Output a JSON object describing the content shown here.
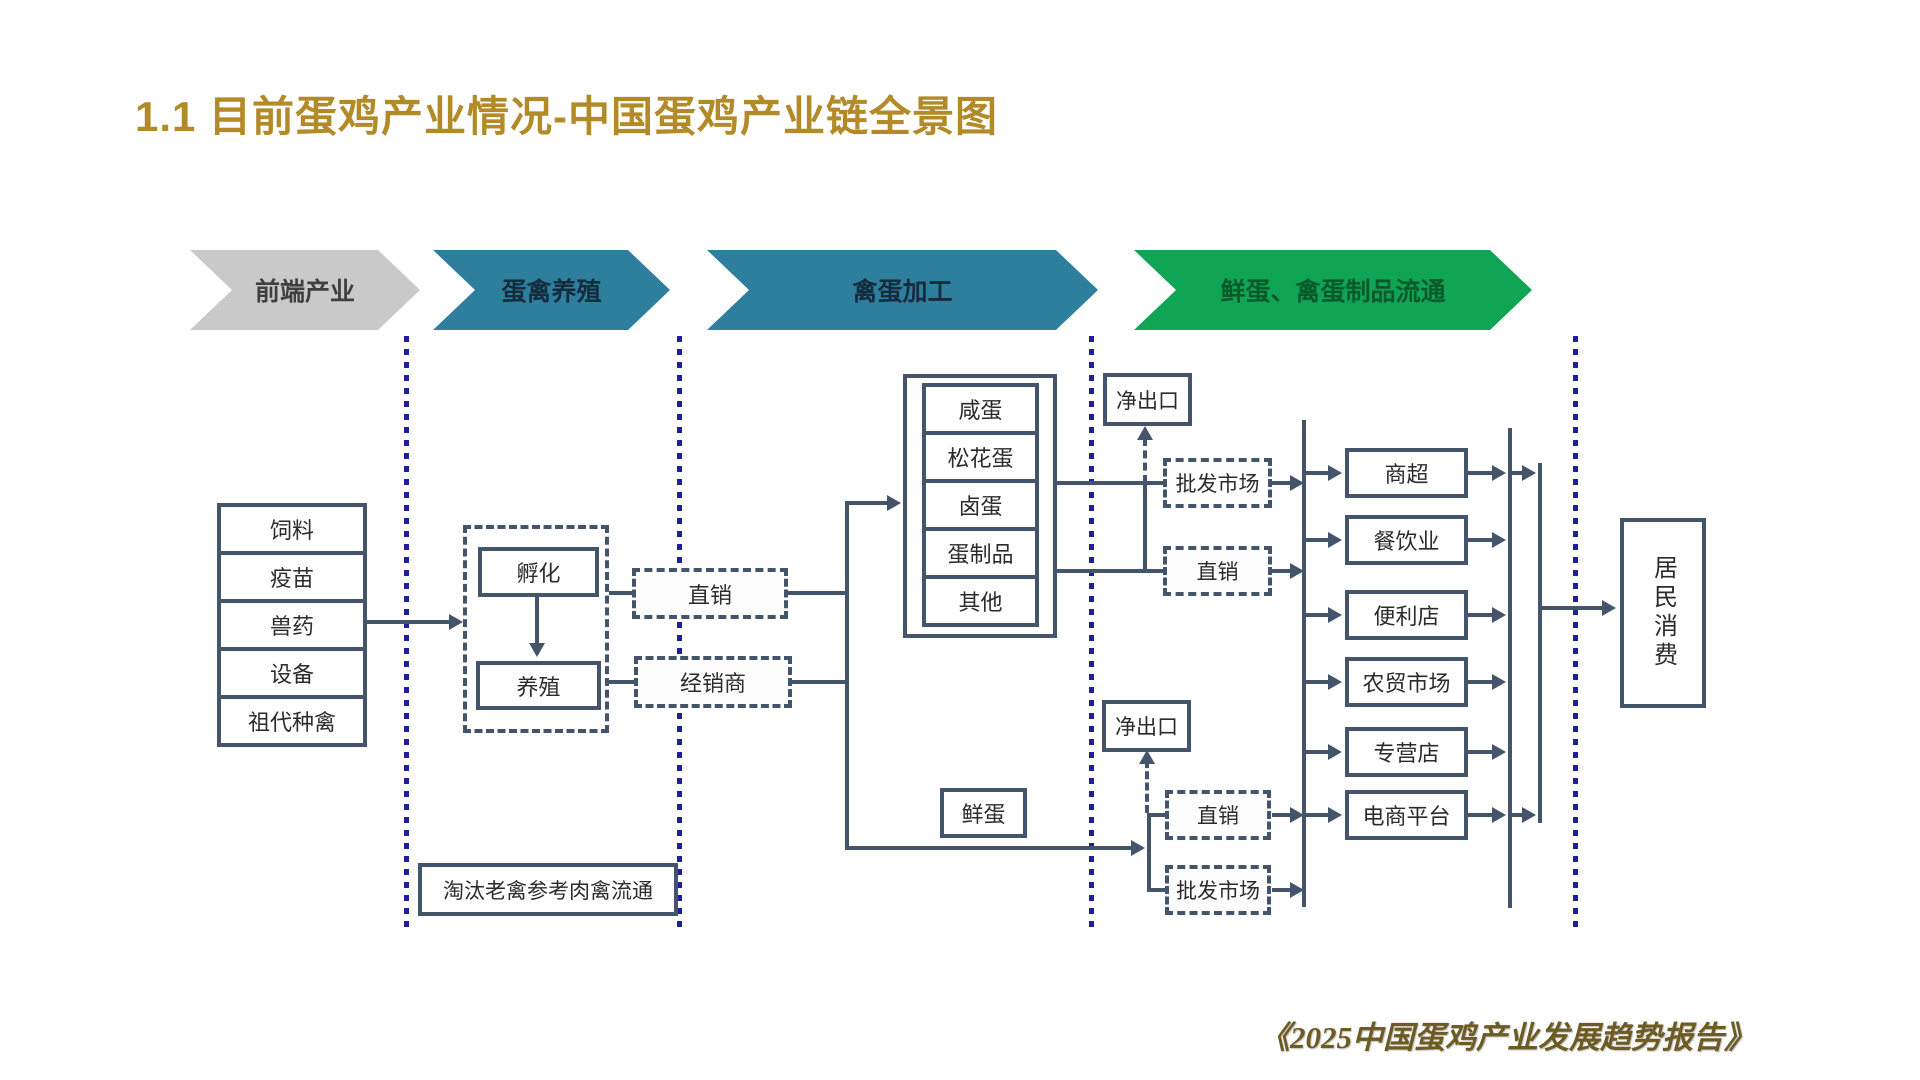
{
  "title": "1.1 目前蛋鸡产业情况-中国蛋鸡产业链全景图",
  "source_note": "《2025中国蛋鸡产业发展趋势报告》",
  "colors": {
    "line": "#44546a",
    "divider": "#1f1f9c",
    "title": "#b28a28",
    "footer": "#6d5b22"
  },
  "stages": [
    {
      "label": "前端产业",
      "color": "#c9c9c9",
      "text_color": "#3f3f3f"
    },
    {
      "label": "蛋禽养殖",
      "color": "#2e7f9d",
      "text_color": "#142c3e"
    },
    {
      "label": "禽蛋加工",
      "color": "#2e7f9d",
      "text_color": "#142c3e"
    },
    {
      "label": "鲜蛋、禽蛋制品流通",
      "color": "#10a455",
      "text_color": "#085a2a"
    }
  ],
  "upstream": {
    "items": [
      "饲料",
      "疫苗",
      "兽药",
      "设备",
      "祖代种禽"
    ]
  },
  "breeding": {
    "hatch": "孵化",
    "raise": "养殖",
    "cull_note": "淘汰老禽参考肉禽流通"
  },
  "channels": {
    "direct": "直销",
    "distributor": "经销商"
  },
  "processing": {
    "products": [
      "咸蛋",
      "松花蛋",
      "卤蛋",
      "蛋制品",
      "其他"
    ],
    "fresh_egg": "鲜蛋"
  },
  "flow_top": {
    "net_export": "净出口",
    "wholesale": "批发市场",
    "direct": "直销"
  },
  "flow_bottom": {
    "net_export": "净出口",
    "direct": "直销",
    "wholesale": "批发市场"
  },
  "retailers": [
    "商超",
    "餐饮业",
    "便利店",
    "农贸市场",
    "专营店",
    "电商平台"
  ],
  "consumer": "居民消费"
}
